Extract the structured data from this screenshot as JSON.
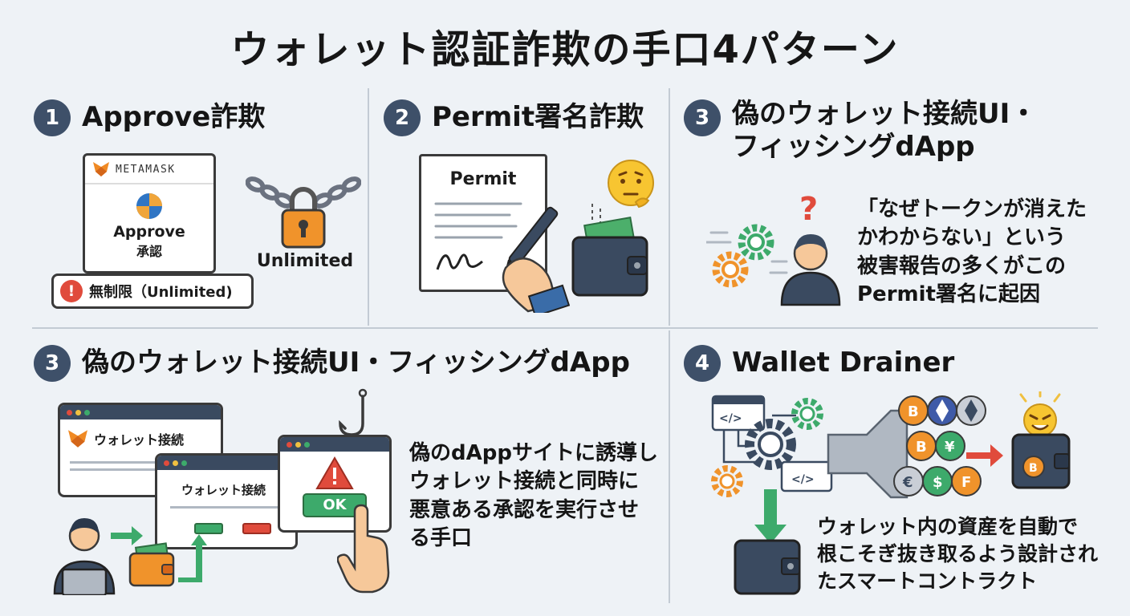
{
  "title": "ウォレット認証詐欺の手口4パターン",
  "panels": [
    {
      "number": "1",
      "title": "Approve詐欺",
      "wallet_brand": "METAMASK",
      "approve_label": "Approve",
      "approve_sub": "承認",
      "lock_label": "Unlimited",
      "warning_label": "無制限（Unlimited)"
    },
    {
      "number": "2",
      "title": "Permit署名詐欺",
      "doc_title": "Permit"
    },
    {
      "number": "3",
      "title": "偽のウォレット接続UI・\nフィッシングdApp",
      "description": "「なぜトークンが消えた\nかわからない」という\n被害報告の多くがこの\nPermit署名に起因"
    },
    {
      "number": "3",
      "title": "偽のウォレット接続UI・フィッシングdApp",
      "window_label_1": "ウォレット接続",
      "window_label_2": "ウォレット接続",
      "ok_label": "OK",
      "description": "偽のdAppサイトに誘導し\nウォレット接続と同時に\n悪意ある承認を実行させ\nる手口"
    },
    {
      "number": "4",
      "title": "Wallet Drainer",
      "description": "ウォレット内の資産を自動で\n根こそぎ抜き取るよう設計され\nたスマートコントラクト"
    }
  ],
  "colors": {
    "badge": "#3e5069",
    "orange": "#f0932b",
    "green": "#3daa6b",
    "red": "#e04b3c",
    "navy": "#3a4a60"
  }
}
